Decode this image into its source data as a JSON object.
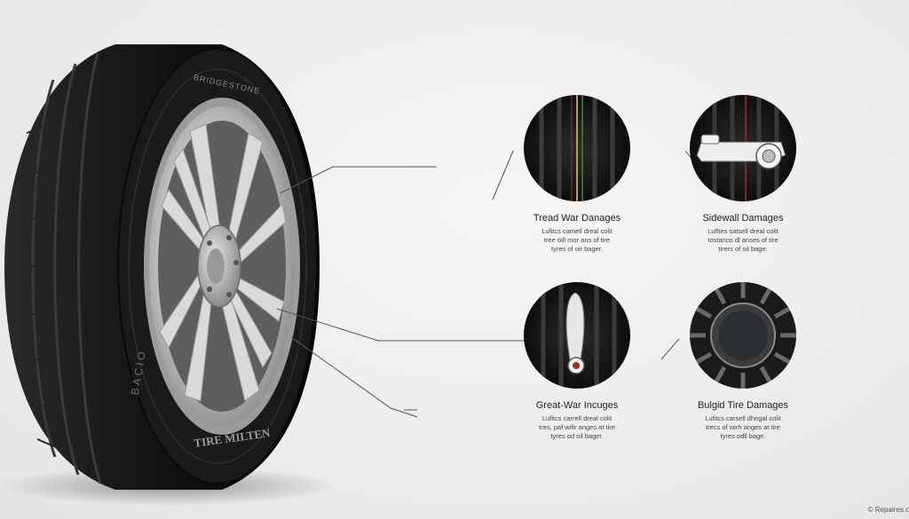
{
  "tire": {
    "sidewall_brand_text": "TIRE MILTEN",
    "sidewall_upper_text": "BRIDGESTONE",
    "sidewall_left_text": "BACIO"
  },
  "callouts": [
    {
      "title": "Tread War Danages",
      "body": [
        "Lufitcs camell dreal colit",
        "tree oill mor ans of tire",
        "tyres of oir bager."
      ],
      "icon": "tread-closeup-icon"
    },
    {
      "title": "Sidewall Damages",
      "body": [
        "Lufltes satsell dreal colit",
        "tostanos dl anses of tire",
        "tirers of oil bage."
      ],
      "icon": "sidewall-tool-icon"
    },
    {
      "title": "Great-War Incuges",
      "body": [
        "Lufitcs carrell dreal colit",
        "tres, paf wifir anges at tire",
        "tyres od oil bager."
      ],
      "icon": "tread-gauge-icon"
    },
    {
      "title": "Bulgid Tire Damages",
      "body": [
        "Lufitcs carsell dhegal colit",
        "trecs of wirh anges at tire",
        "tyres odll bage."
      ],
      "icon": "bulge-wheel-icon"
    }
  ],
  "watermark": "© Repaires.c",
  "colors": {
    "background": "#ececec",
    "tire_rubber": "#141414",
    "rim_silver": "#c9c9c9",
    "leader_line": "#555555",
    "accent_red": "#a52a2a"
  }
}
